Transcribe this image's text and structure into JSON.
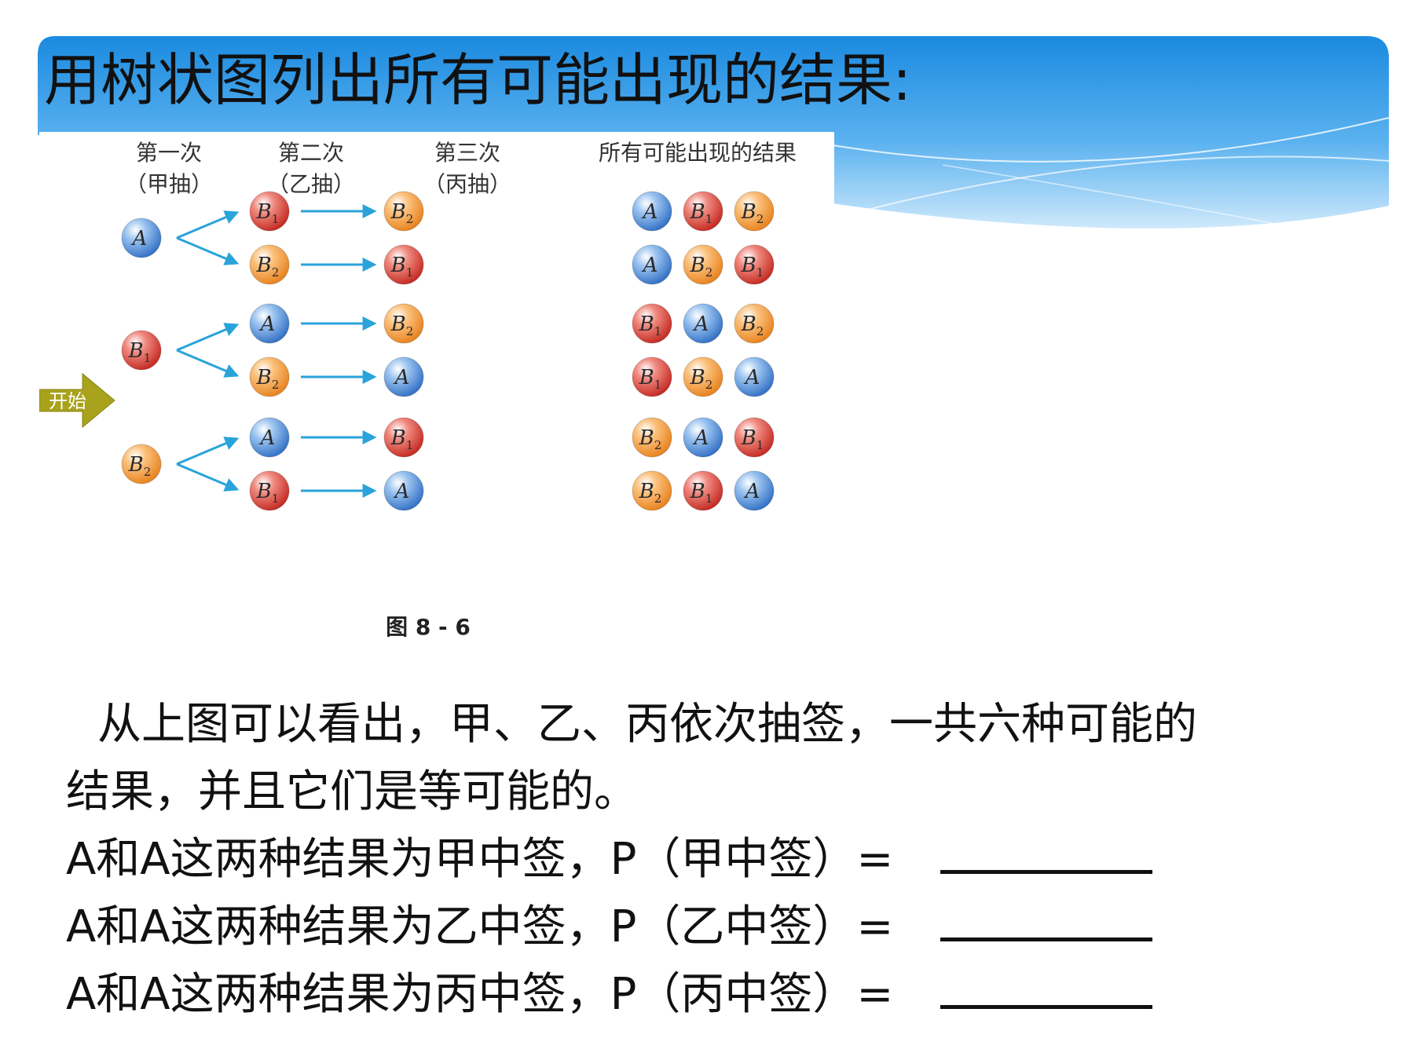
{
  "slide": {
    "title": "用树状图列出所有可能出现的结果:"
  },
  "figure": {
    "column_headers": [
      {
        "line1": "第一次",
        "line2": "（甲抽）"
      },
      {
        "line1": "第二次",
        "line2": "（乙抽）"
      },
      {
        "line1": "第三次",
        "line2": "（丙抽）"
      },
      {
        "line1": "所有可能出现的结果",
        "line2": ""
      }
    ],
    "start_label": "开始",
    "caption": "图 8 - 6",
    "branches": [
      {
        "first": "A",
        "paths": [
          [
            "B1",
            "B2"
          ],
          [
            "B2",
            "B1"
          ]
        ]
      },
      {
        "first": "B1",
        "paths": [
          [
            "A",
            "B2"
          ],
          [
            "B2",
            "A"
          ]
        ]
      },
      {
        "first": "B2",
        "paths": [
          [
            "A",
            "B1"
          ],
          [
            "B1",
            "A"
          ]
        ]
      }
    ],
    "outcomes": [
      [
        "A",
        "B1",
        "B2"
      ],
      [
        "A",
        "B2",
        "B1"
      ],
      [
        "B1",
        "A",
        "B2"
      ],
      [
        "B1",
        "B2",
        "A"
      ],
      [
        "B2",
        "A",
        "B1"
      ],
      [
        "B2",
        "B1",
        "A"
      ]
    ],
    "ball_colors": {
      "A": "#4d86d2",
      "B1": "#d63a32",
      "B2": "#f0962e"
    },
    "arrow_color": "#2aa3da",
    "start_color": "#a8a21c"
  },
  "text": {
    "para_line_1": "从上图可以看出，甲、乙、丙依次抽签，一共六种可能的",
    "para_line_2": "结果，并且它们是等可能的。",
    "questions": [
      {
        "label": "A和A这两种结果为甲中签，P（甲中签）="
      },
      {
        "label": "A和A这两种结果为乙中签，P（乙中签）="
      },
      {
        "label": "A和A这两种结果为丙中签，P（丙中签）="
      }
    ]
  },
  "theme": {
    "banner_top": "#1f8fe0",
    "banner_bottom": "#bfe3fb"
  }
}
